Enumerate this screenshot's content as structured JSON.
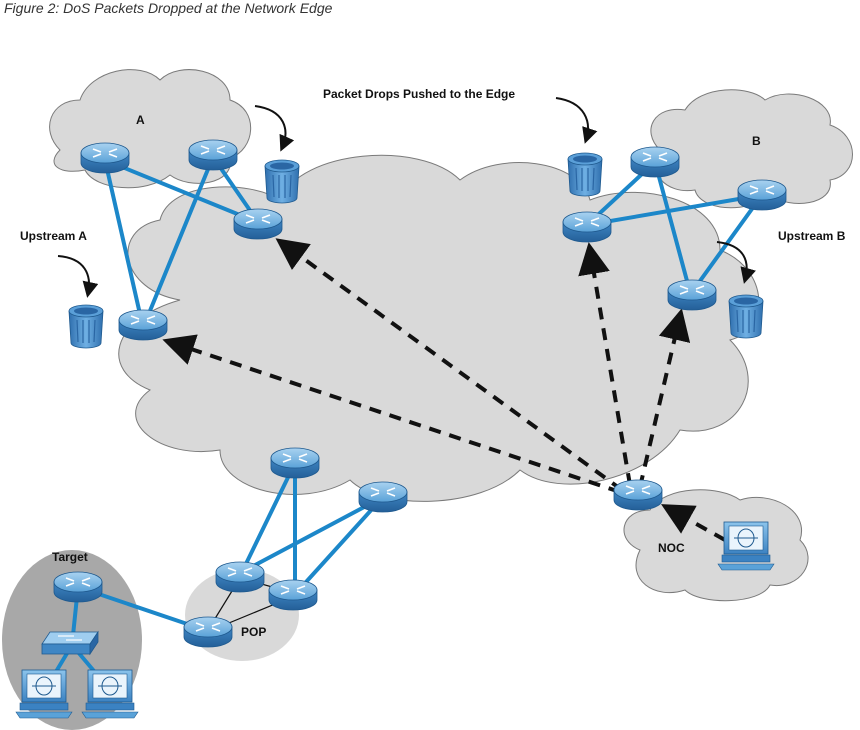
{
  "figure": {
    "caption": "Figure 2: DoS Packets Dropped at the Network Edge"
  },
  "labels": {
    "cloud_a": "A",
    "cloud_b": "B",
    "headline": "Packet Drops Pushed to the Edge",
    "upstream_a": "Upstream A",
    "upstream_b": "Upstream B",
    "target": "Target",
    "pop": "POP",
    "noc": "NOC"
  },
  "colors": {
    "link": "#1c87c9",
    "cloud_fill": "#d9d9d9",
    "cloud_stroke": "#7a7a7a",
    "router": "#4f9ad4",
    "trash": "#3d82c4",
    "target_fill": "#a8a8a8",
    "arrow": "#111111"
  },
  "icons": [
    "router-icon",
    "trash-bin-icon",
    "switch-icon",
    "workstation-icon"
  ]
}
